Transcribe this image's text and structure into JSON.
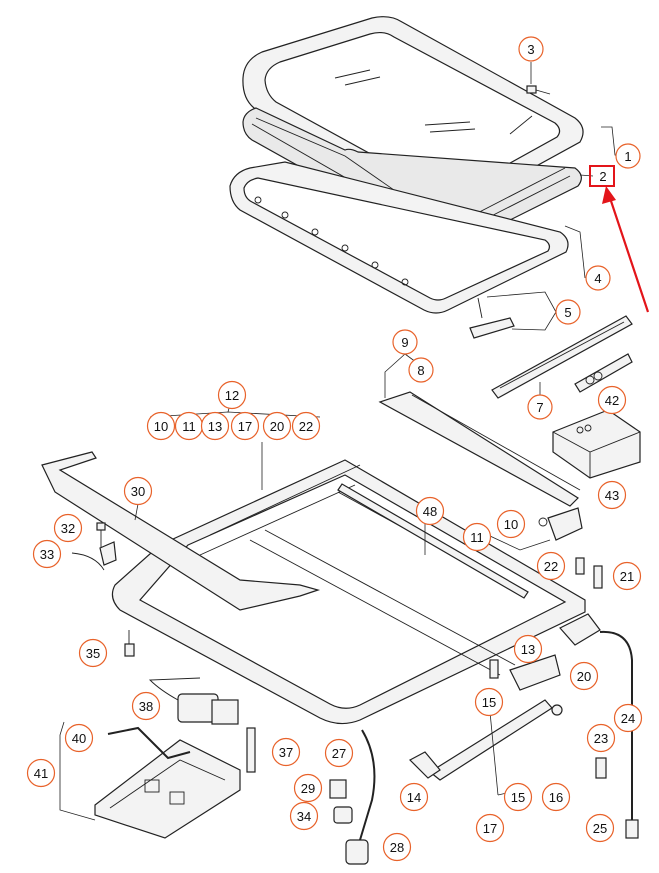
{
  "diagram": {
    "callouts": [
      {
        "id": "c1",
        "label": "1"
      },
      {
        "id": "c2",
        "label": "2"
      },
      {
        "id": "c3",
        "label": "3"
      },
      {
        "id": "c4",
        "label": "4"
      },
      {
        "id": "c5",
        "label": "5"
      },
      {
        "id": "c7",
        "label": "7"
      },
      {
        "id": "c8",
        "label": "8"
      },
      {
        "id": "c9",
        "label": "9"
      },
      {
        "id": "c10a",
        "label": "10"
      },
      {
        "id": "c11a",
        "label": "11"
      },
      {
        "id": "c13a",
        "label": "13"
      },
      {
        "id": "c17a",
        "label": "17"
      },
      {
        "id": "c20a",
        "label": "20"
      },
      {
        "id": "c22a",
        "label": "22"
      },
      {
        "id": "c12",
        "label": "12"
      },
      {
        "id": "c30",
        "label": "30"
      },
      {
        "id": "c32",
        "label": "32"
      },
      {
        "id": "c33",
        "label": "33"
      },
      {
        "id": "c35",
        "label": "35"
      },
      {
        "id": "c38",
        "label": "38"
      },
      {
        "id": "c37",
        "label": "37"
      },
      {
        "id": "c40",
        "label": "40"
      },
      {
        "id": "c41",
        "label": "41"
      },
      {
        "id": "c27",
        "label": "27"
      },
      {
        "id": "c29",
        "label": "29"
      },
      {
        "id": "c34",
        "label": "34"
      },
      {
        "id": "c28",
        "label": "28"
      },
      {
        "id": "c48",
        "label": "48"
      },
      {
        "id": "c10b",
        "label": "10"
      },
      {
        "id": "c11b",
        "label": "11"
      },
      {
        "id": "c22b",
        "label": "22"
      },
      {
        "id": "c21",
        "label": "21"
      },
      {
        "id": "c13b",
        "label": "13"
      },
      {
        "id": "c20b",
        "label": "20"
      },
      {
        "id": "c15a",
        "label": "15"
      },
      {
        "id": "c14",
        "label": "14"
      },
      {
        "id": "c15b",
        "label": "15"
      },
      {
        "id": "c16",
        "label": "16"
      },
      {
        "id": "c17b",
        "label": "17"
      },
      {
        "id": "c24",
        "label": "24"
      },
      {
        "id": "c23",
        "label": "23"
      },
      {
        "id": "c25",
        "label": "25"
      },
      {
        "id": "c42",
        "label": "42"
      },
      {
        "id": "c43",
        "label": "43"
      }
    ],
    "highlight": {
      "label": "2"
    },
    "colors": {
      "callout_outline": "#e8622a",
      "highlight": "#e3151a",
      "line": "#222222"
    }
  }
}
